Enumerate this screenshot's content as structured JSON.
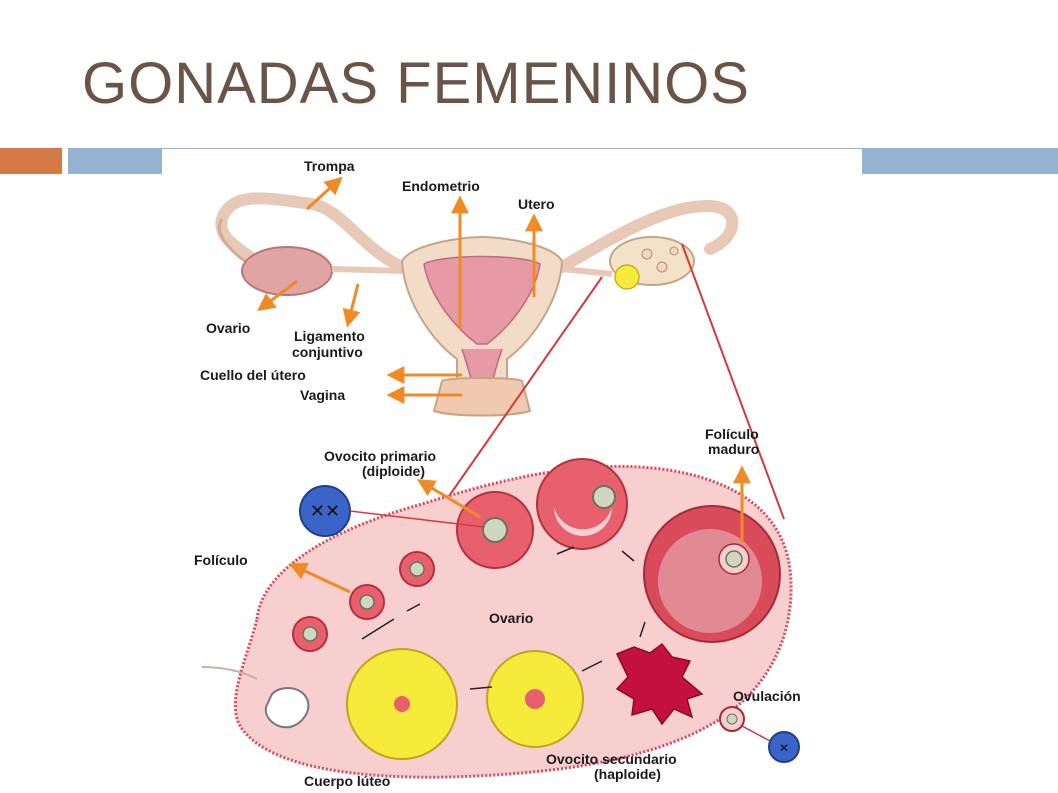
{
  "slide": {
    "title": "GONADAS FEMENINOS",
    "colors": {
      "title": "#6b5446",
      "accent_orange": "#d57a44",
      "accent_blue": "#93b3d1",
      "arrow": "#f08a24",
      "connector": "#d23a3a"
    }
  },
  "diagram": {
    "labels": {
      "trompa": "Trompa",
      "endometrio": "Endometrio",
      "utero": "Utero",
      "ovario_top": "Ovario",
      "ligamento_1": "Ligamento",
      "ligamento_2": "conjuntivo",
      "cuello": "Cuello del útero",
      "vagina": "Vagina",
      "ovocito_primario_1": "Ovocito primario",
      "ovocito_primario_2": "(diploide)",
      "foliculo_maduro_1": "Folículo",
      "foliculo_maduro_2": "maduro",
      "foliculo": "Folículo",
      "ovario_center": "Ovario",
      "ovulacion": "Ovulación",
      "ovocito_secundario_1": "Ovocito secundario",
      "ovocito_secundario_2": "(haploide)",
      "cuerpo_luteo": "Cuerpo lúteo"
    }
  }
}
